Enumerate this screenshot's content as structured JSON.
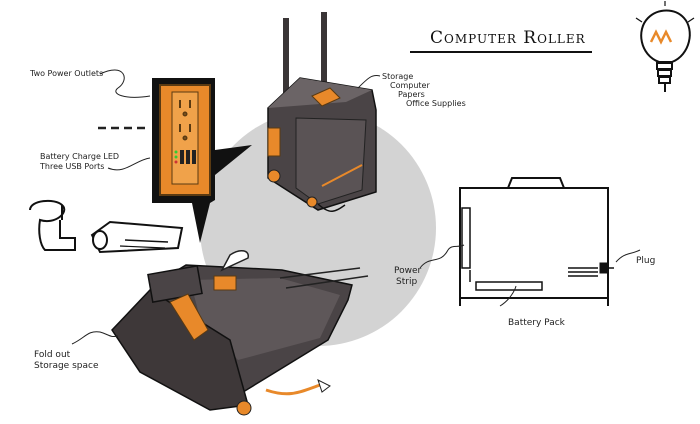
{
  "title": "Computer Roller",
  "labels": {
    "two_power_outlets": "Two Power Outlets",
    "battery_led": "Battery Charge LED",
    "usb_ports": "Three USB Ports",
    "storage": "Storage",
    "computer": "Computer",
    "papers": "Papers",
    "office_supplies": "Office Supplies",
    "power_strip_1": "Power",
    "power_strip_2": "Strip",
    "plug": "Plug",
    "battery_pack": "Battery Pack",
    "fold_out_1": "Fold out",
    "fold_out_2": "Storage space"
  },
  "colors": {
    "accent_orange": "#e8892a",
    "case_dark": "#4a4446",
    "case_mid": "#6b6466",
    "circle_gray": "#d3d3d3",
    "ink": "#1a1a1a"
  },
  "icons": [
    "lightbulb-icon"
  ]
}
